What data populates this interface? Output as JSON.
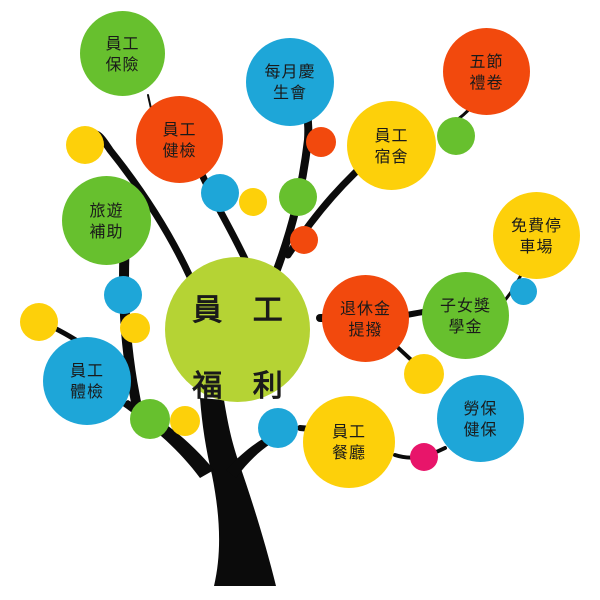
{
  "colors": {
    "lime": "#b5d334",
    "green": "#67c02e",
    "blue": "#1ea6d8",
    "red": "#f2490d",
    "yellow": "#fdd00a",
    "magenta": "#e8156a",
    "trunk": "#0b0b0b"
  },
  "center": {
    "line1": "員 工",
    "line2": "福 利"
  },
  "nodes": {
    "insurance": {
      "line1": "員工",
      "line2": "保險"
    },
    "monthly": {
      "line1": "每月慶",
      "line2": "生會"
    },
    "festival": {
      "line1": "五節",
      "line2": "禮卷"
    },
    "health": {
      "line1": "員工",
      "line2": "健檢"
    },
    "dorm": {
      "line1": "員工",
      "line2": "宿舍"
    },
    "travel": {
      "line1": "旅遊",
      "line2": "補助"
    },
    "parking": {
      "line1": "免費停",
      "line2": "車場"
    },
    "retire": {
      "line1": "退休金",
      "line2": "提撥"
    },
    "scholar": {
      "line1": "子女獎",
      "line2": "學金"
    },
    "physical": {
      "line1": "員工",
      "line2": "體檢"
    },
    "meal": {
      "line1": "員工",
      "line2": "餐廳"
    },
    "labor": {
      "line1": "勞保",
      "line2": "健保"
    }
  }
}
